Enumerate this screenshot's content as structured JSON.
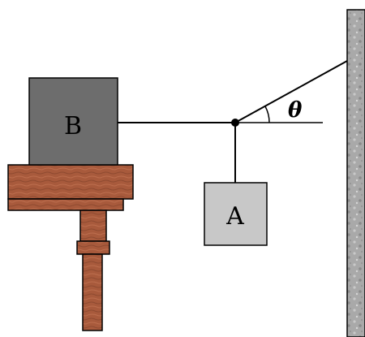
{
  "labels": {
    "block_b": "B",
    "block_a": "A",
    "angle": "θ"
  },
  "colors": {
    "block_b_fill": "#6d6d6d",
    "block_a_fill": "#c8c8c8",
    "wood_fill": "#a85a3c",
    "wood_dark": "#7a3f28",
    "wall_fill": "#a9a9a9",
    "line": "#000000"
  }
}
